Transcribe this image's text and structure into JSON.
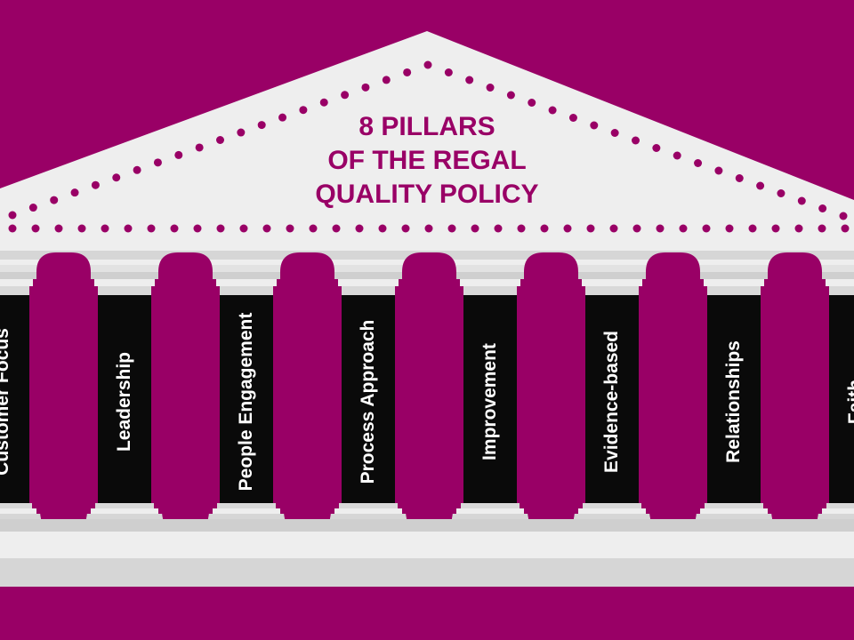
{
  "colors": {
    "background": "#990066",
    "stone": "#eeeeee",
    "stone_shadow": "#cfcfcf",
    "column": "#0a0a0a",
    "accent": "#990066",
    "label": "#ffffff"
  },
  "title": {
    "line1": "8 PILLARS",
    "line2": "OF THE REGAL",
    "line3": "QUALITY POLICY"
  },
  "pillars": [
    {
      "label": "Customer Focus"
    },
    {
      "label": "Leadership"
    },
    {
      "label": "People Engagement"
    },
    {
      "label": "Process Approach"
    },
    {
      "label": "Improvement"
    },
    {
      "label": "Evidence-based"
    },
    {
      "label": "Relationships"
    },
    {
      "label": "Faith"
    }
  ]
}
